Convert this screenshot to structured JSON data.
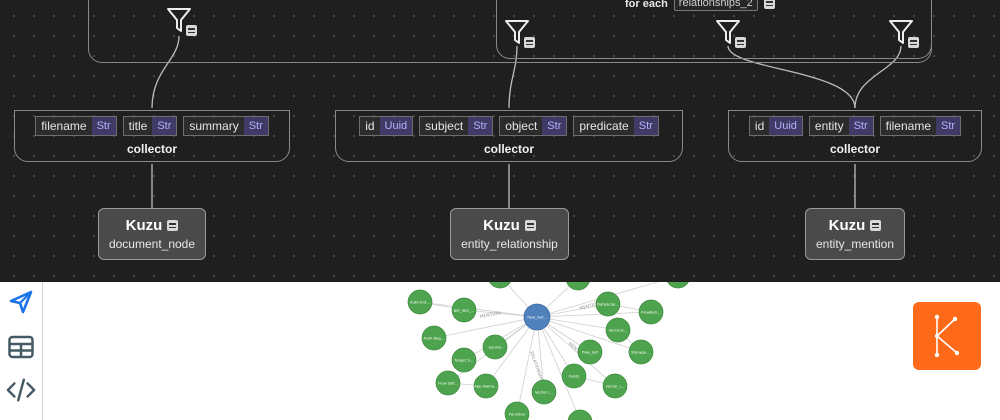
{
  "flow": {
    "foreach": {
      "label": "for each",
      "value": "relationships_2"
    },
    "collectors": [
      {
        "label": "collector",
        "fields": [
          {
            "name": "filename",
            "type": "Str"
          },
          {
            "name": "title",
            "type": "Str"
          },
          {
            "name": "summary",
            "type": "Str"
          }
        ]
      },
      {
        "label": "collector",
        "fields": [
          {
            "name": "id",
            "type": "Uuid"
          },
          {
            "name": "subject",
            "type": "Str"
          },
          {
            "name": "object",
            "type": "Str"
          },
          {
            "name": "predicate",
            "type": "Str"
          }
        ]
      },
      {
        "label": "collector",
        "fields": [
          {
            "name": "id",
            "type": "Uuid"
          },
          {
            "name": "entity",
            "type": "Str"
          },
          {
            "name": "filename",
            "type": "Str"
          }
        ]
      }
    ],
    "targets": [
      {
        "title": "Kuzu",
        "subtitle": "document_node"
      },
      {
        "title": "Kuzu",
        "subtitle": "entity_relationship"
      },
      {
        "title": "Kuzu",
        "subtitle": "entity_mention"
      }
    ]
  },
  "sidebar": {
    "items": [
      {
        "icon": "send-icon",
        "active": true
      },
      {
        "icon": "table-icon",
        "active": false
      },
      {
        "icon": "code-icon",
        "active": false
      }
    ]
  },
  "graph": {
    "center": {
      "label": "flow_def..."
    },
    "nodes": [
      {
        "label": "Auth Ent..."
      },
      {
        "label": "get_app_..."
      },
      {
        "label": "Auth Reg..."
      },
      {
        "label": "Source"
      },
      {
        "label": "Target S..."
      },
      {
        "label": "Flow Def..."
      },
      {
        "label": "App Name..."
      },
      {
        "label": "Vector I..."
      },
      {
        "label": "Function"
      },
      {
        "label": "DataScop..."
      },
      {
        "label": "FlowBuil..."
      },
      {
        "label": "Vectoriz..."
      },
      {
        "label": "flow_def"
      },
      {
        "label": "Storage ..."
      },
      {
        "label": "Fields"
      },
      {
        "label": "vector_i..."
      }
    ],
    "edge_labels": [
      "MENTION",
      "RELATIONSHIP",
      "MENTION",
      "MENTION"
    ]
  },
  "colors": {
    "canvas": "#1f1f1f",
    "node_green": "#4ea44e",
    "node_blue": "#4f81bd",
    "accent_blue": "#1a73e8",
    "logo_orange": "#ff6a1a"
  }
}
